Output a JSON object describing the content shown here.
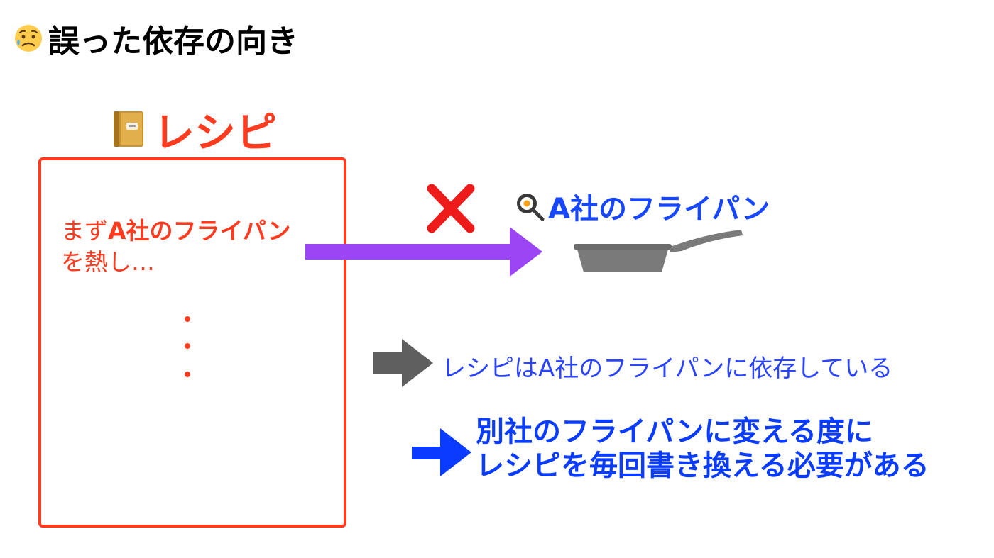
{
  "title": {
    "emoji": "worried-face-with-sweat-icon",
    "text": "誤った依存の向き"
  },
  "recipe": {
    "icon": "notebook-icon",
    "label": "レシピ",
    "line1_prefix": "まず",
    "line1_bold": "A社のフライパン",
    "line2": "を熱し…",
    "ellipsis_dots": [
      "·",
      "·",
      "·"
    ]
  },
  "cross_mark": "✕",
  "pan": {
    "icon": "frying-pan-egg-icon",
    "label": "A社のフライパン"
  },
  "dependency_note": "レシピはA社のフライパンに依存している",
  "conclusion": {
    "line1": "別社のフライパンに変える度に",
    "line2": "レシピを毎回書き換える必要がある"
  },
  "colors": {
    "recipe_red": "#ff3b1f",
    "arrow_purple": "#9b45f5",
    "arrow_gray": "#5f5f5f",
    "arrow_blue": "#0a3cff",
    "pan_label_blue": "#1746ff",
    "dependency_blue": "#2b44ff",
    "pan_gray": "#7a7a7a",
    "cross_red": "#ee1b1b",
    "text_black": "#000000"
  }
}
